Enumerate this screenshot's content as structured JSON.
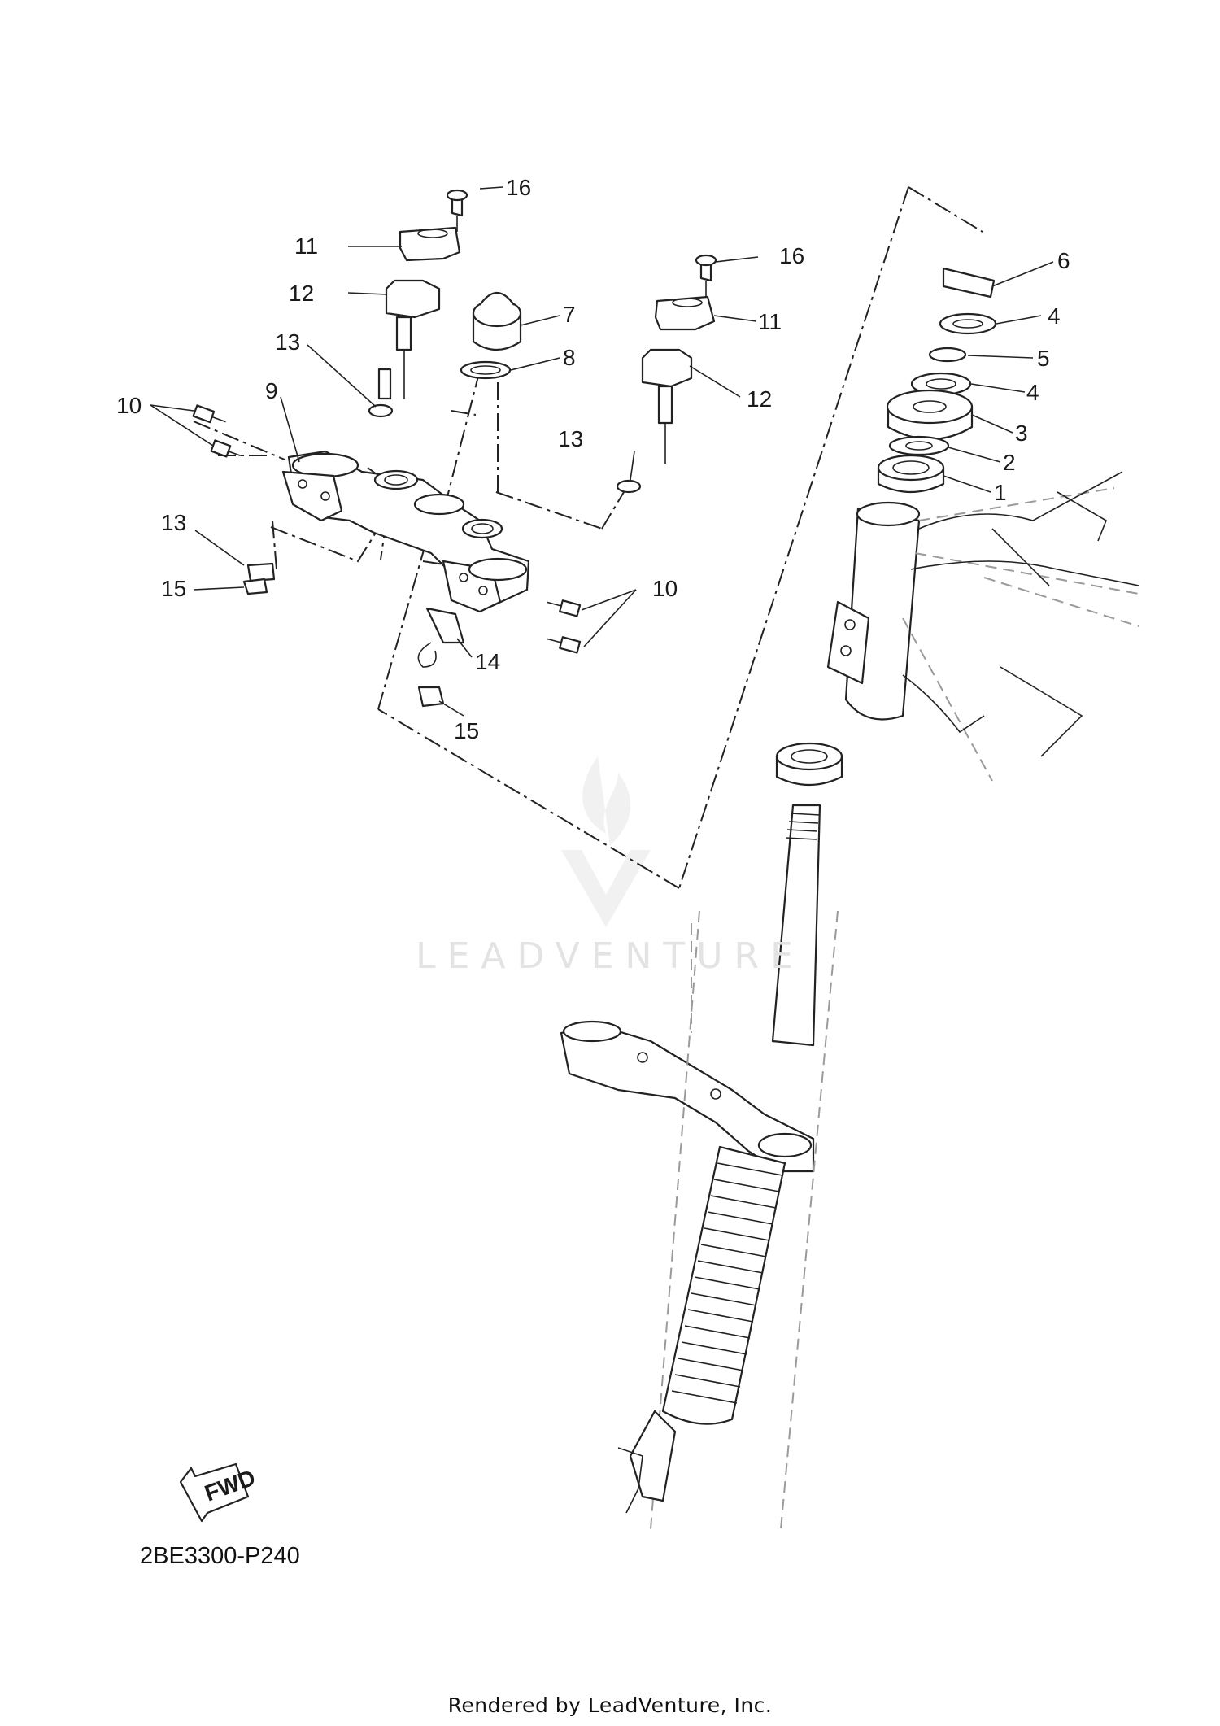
{
  "diagram": {
    "code": "2BE3300-P240",
    "footer": "Rendered by LeadVenture, Inc.",
    "watermark": "LEADVENTURE",
    "direction_label": "FWD"
  },
  "callouts": {
    "c1": "1",
    "c2": "2",
    "c3": "3",
    "c4a": "4",
    "c4b": "4",
    "c5": "5",
    "c6": "6",
    "c7": "7",
    "c8": "8",
    "c9": "9",
    "c10a": "10",
    "c10b": "10",
    "c11a": "11",
    "c11b": "11",
    "c12a": "12",
    "c12b": "12",
    "c13a": "13",
    "c13b": "13",
    "c14": "14",
    "c15a": "15",
    "c15b": "15",
    "c16a": "16",
    "c16b": "16"
  }
}
